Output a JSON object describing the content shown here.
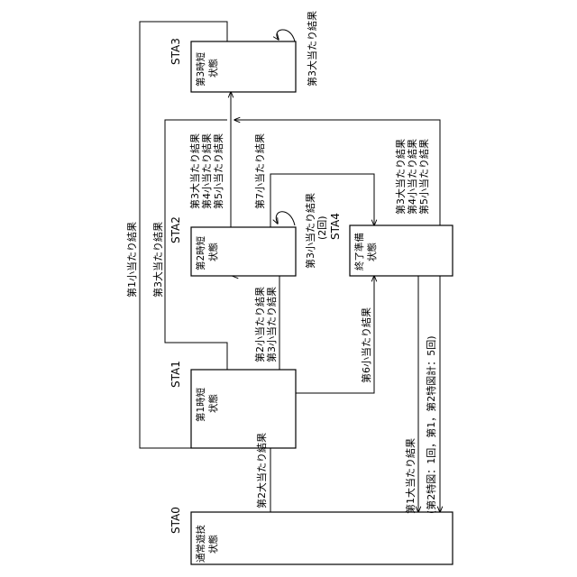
{
  "states": {
    "sta0": {
      "id": "STA0",
      "line1": "通常遊技",
      "line2": "状態"
    },
    "sta1": {
      "id": "STA1",
      "line1": "第1時短",
      "line2": "状態"
    },
    "sta2": {
      "id": "STA2",
      "line1": "第2時短",
      "line2": "状態"
    },
    "sta3": {
      "id": "STA3",
      "line1": "第3時短",
      "line2": "状態"
    },
    "sta4": {
      "id": "STA4",
      "line1": "終了準備",
      "line2": "状態"
    }
  },
  "transitions": {
    "sta0_to_sta1": [
      "第2大当たり結果"
    ],
    "sta1_to_sta2": [
      "第2小当たり結果",
      "第3小当たり結果"
    ],
    "sta1_to_sta4": [
      "第6小当たり結果"
    ],
    "sta2_to_sta3": [
      "第3大当たり結果",
      "第4小当たり結果",
      "第5小当たり結果"
    ],
    "sta2_to_sta4": [
      "第7小当たり結果"
    ],
    "sta4_self": [
      "第3小当たり結果",
      "(2回)"
    ],
    "sta3_self": [
      "第3大当たり結果"
    ],
    "sta4_to_sta3": [
      "第3大当たり結果",
      "第4小当たり結果",
      "第5小当たり結果"
    ],
    "sta1_to_sta3_big": [
      "第3大当たり結果"
    ],
    "sta1_to_sta3_small": [
      "第1小当たり結果"
    ],
    "sta4_to_sta0": [
      "第1大当たり結果",
      "(第2特図：1回，第1，第2特図計：5回)"
    ]
  }
}
